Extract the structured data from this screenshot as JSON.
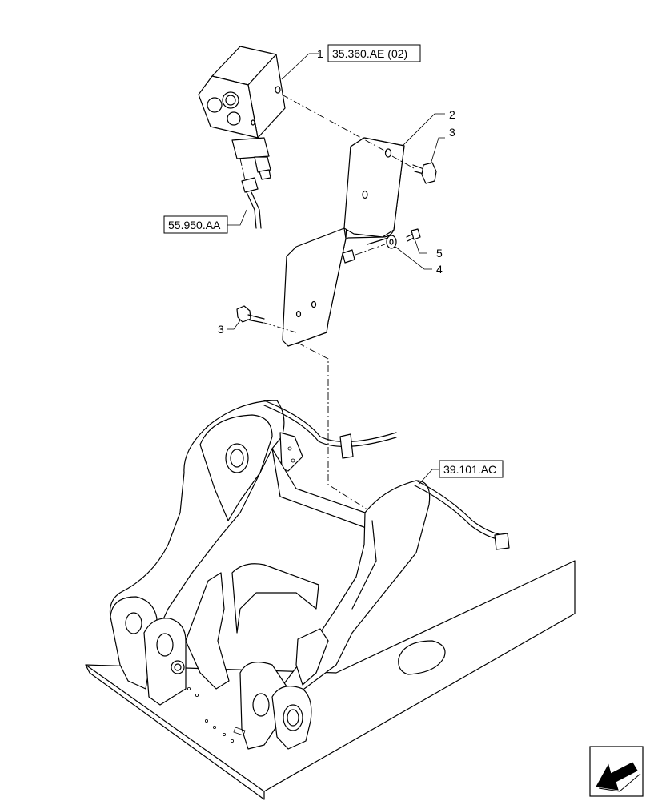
{
  "callouts": {
    "c1": "1",
    "c2": "2",
    "c3a": "3",
    "c3b": "3",
    "c4": "4",
    "c5": "5"
  },
  "references": {
    "ref_valve": "35.360.AE (02)",
    "ref_harness": "55.950.AA",
    "ref_frame": "39.101.AC"
  },
  "icons": {
    "nav": "navigation-arrow-icon"
  }
}
